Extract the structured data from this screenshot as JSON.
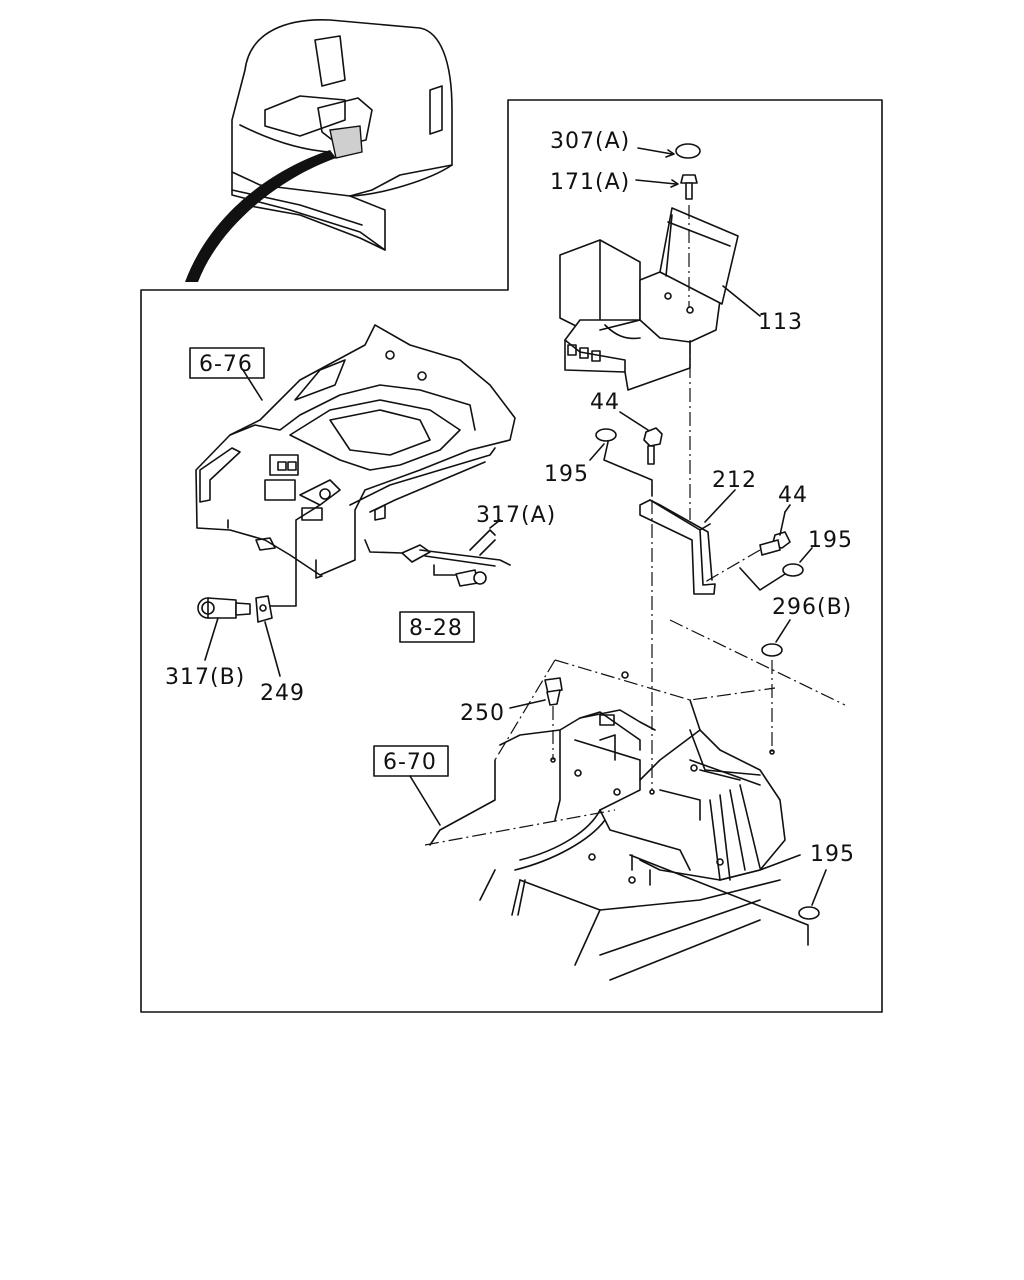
{
  "labels": {
    "l307a": "307(A)",
    "l171a": "171(A)",
    "l113": "113",
    "l44a": "44",
    "l195a": "195",
    "l212": "212",
    "l44b": "44",
    "l195b": "195",
    "l296b": "296(B)",
    "l317a": "317(A)",
    "l317b": "317(B)",
    "l249": "249",
    "l250": "250",
    "l195c": "195",
    "r676": "6-76",
    "r828": "8-28",
    "r670": "6-70"
  }
}
